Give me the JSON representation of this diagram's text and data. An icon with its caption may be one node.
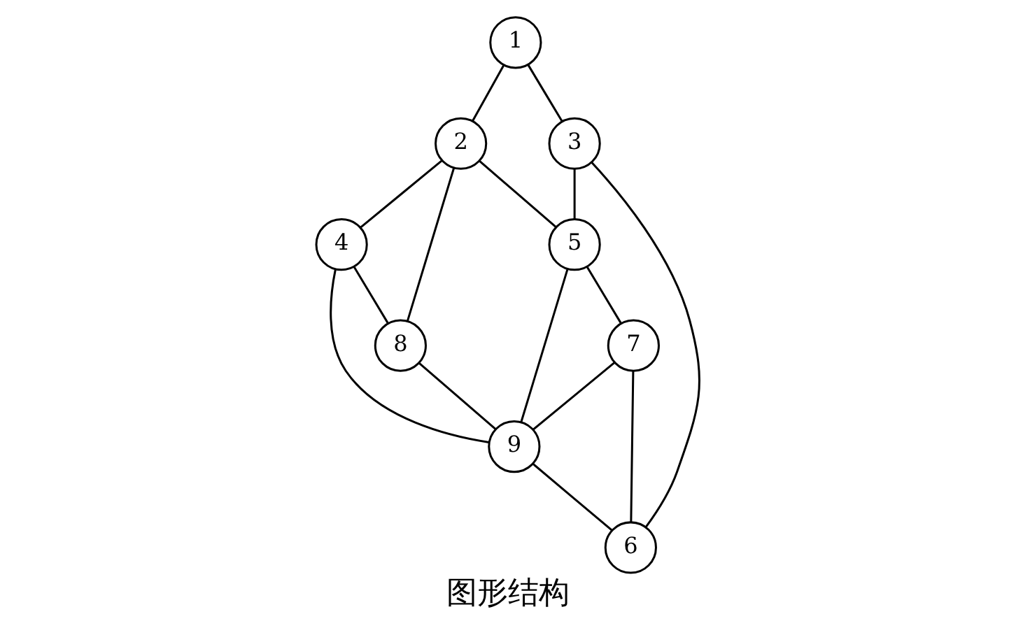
{
  "diagram": {
    "caption": "图形结构",
    "nodes": [
      {
        "text": [
          "1"
        ]
      },
      {
        "text": [
          "2"
        ]
      },
      {
        "text": [
          "3"
        ]
      },
      {
        "text": [
          "4"
        ]
      },
      {
        "text": [
          "5"
        ]
      },
      {
        "text": [
          "6"
        ]
      },
      {
        "text": [
          "7"
        ]
      },
      {
        "text": [
          "8"
        ]
      },
      {
        "text": [
          "9"
        ]
      }
    ],
    "edges": [
      {
        "from": 0,
        "to": 1,
        "arrow": "none"
      },
      {
        "from": 0,
        "to": 2,
        "arrow": "none"
      },
      {
        "from": 1,
        "to": 4,
        "arrow": "none"
      },
      {
        "from": 1,
        "to": 3,
        "arrow": "none"
      },
      {
        "from": 1,
        "to": 7,
        "arrow": "none"
      },
      {
        "from": 2,
        "to": 4,
        "arrow": "none"
      },
      {
        "from": 2,
        "to": 5,
        "arrow": "none"
      },
      {
        "from": 3,
        "to": 7,
        "arrow": "none"
      },
      {
        "from": 3,
        "to": 8,
        "arrow": "none"
      },
      {
        "from": 7,
        "to": 8,
        "arrow": "none"
      },
      {
        "from": 4,
        "to": 8,
        "arrow": "none"
      },
      {
        "from": 4,
        "to": 6,
        "arrow": "none"
      },
      {
        "from": 6,
        "to": 8,
        "arrow": "none"
      },
      {
        "from": 6,
        "to": 5,
        "arrow": "none"
      },
      {
        "from": 8,
        "to": 5,
        "arrow": "none"
      }
    ]
  }
}
